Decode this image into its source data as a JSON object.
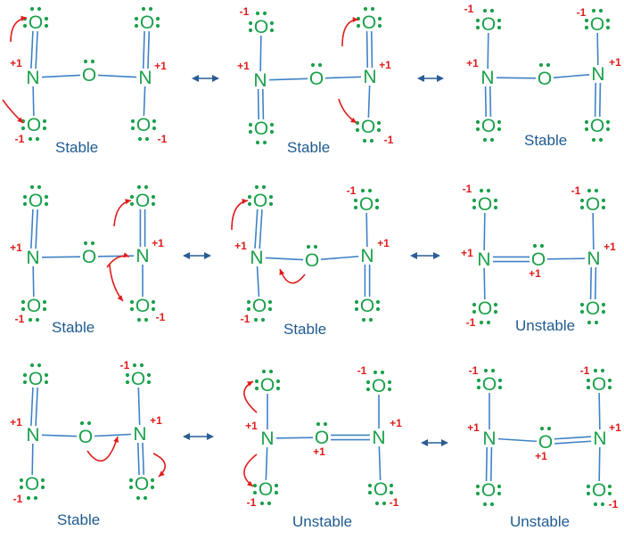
{
  "colors": {
    "atom": "#1aa04a",
    "charge": "#e01b1b",
    "bond": "#3f82c6",
    "arrow": "#e01b1b",
    "resonance": "#2a5d96",
    "label": "#1f5a8f"
  },
  "atom_symbols": {
    "oxygen": "O",
    "nitrogen": "N"
  },
  "charges": {
    "plus": "+1",
    "minus": "-1"
  },
  "structures": [
    {
      "label": "Stable"
    },
    {
      "label": "Stable"
    },
    {
      "label": "Stable"
    },
    {
      "label": "Stable"
    },
    {
      "label": "Stable"
    },
    {
      "label": "Unstable"
    },
    {
      "label": "Stable"
    },
    {
      "label": "Unstable"
    },
    {
      "label": "Unstable"
    }
  ]
}
